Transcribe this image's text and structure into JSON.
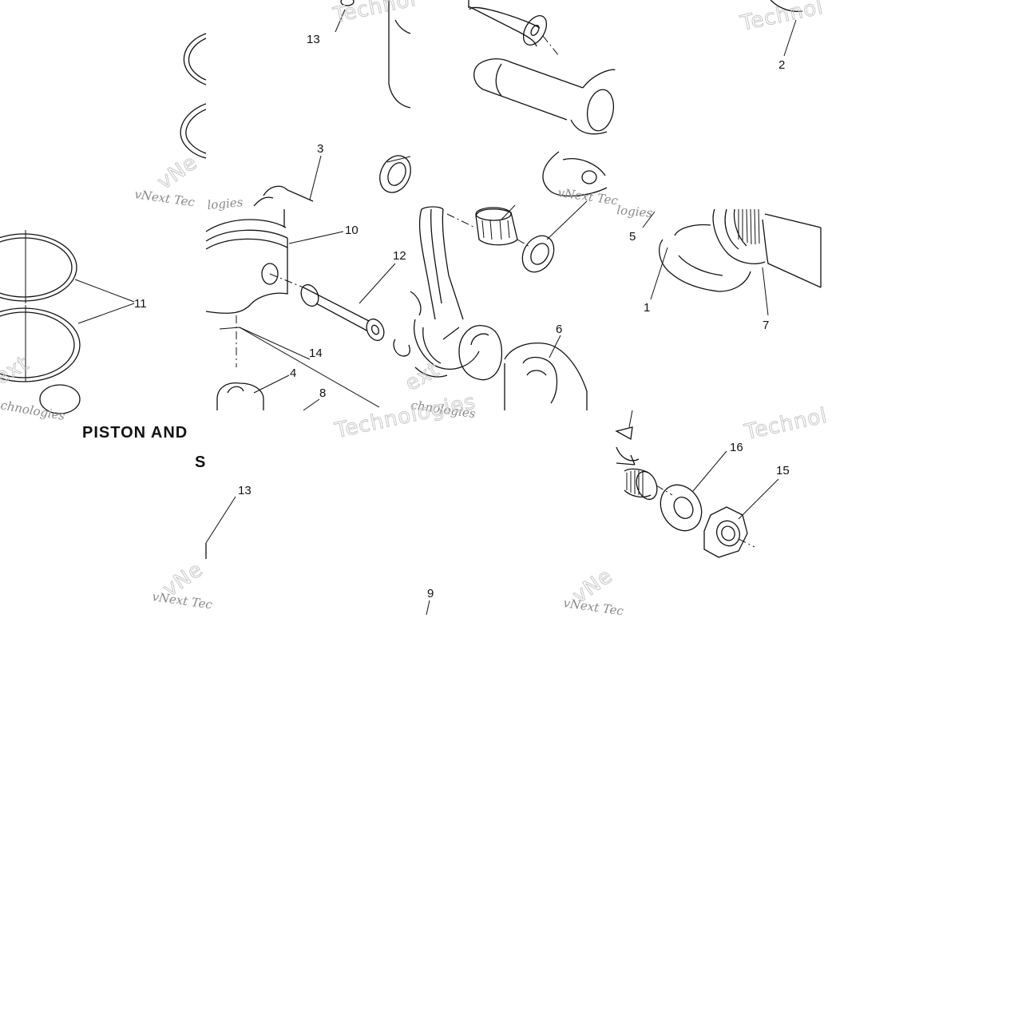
{
  "title": {
    "line1": "PISTON AND",
    "line2": "S"
  },
  "watermarks": {
    "company_small": "vNext Tec",
    "company_mid": "Technologies",
    "company_big": "Technol",
    "company_short": "vNe",
    "fragment_ext": "ext",
    "fragment_vne": "vNe",
    "fragment_chno": "chnologies",
    "fragment_logies": "logies"
  },
  "callouts": [
    "1",
    "2",
    "3",
    "4",
    "5",
    "6",
    "7",
    "8",
    "9",
    "10",
    "11",
    "12",
    "13",
    "13",
    "14",
    "15",
    "16"
  ]
}
